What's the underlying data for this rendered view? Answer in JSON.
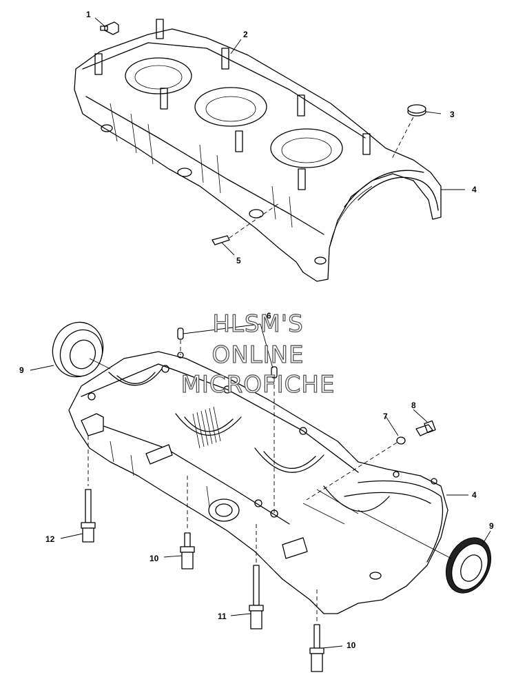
{
  "watermark": {
    "line1": "HLSM'S",
    "line2": "ONLINE",
    "line3": "MICROFICHE"
  },
  "callouts": {
    "c1": "1",
    "c2": "2",
    "c3": "3",
    "c4_upper": "4",
    "c5": "5",
    "c6": "6",
    "c7": "7",
    "c8": "8",
    "c9_left": "9",
    "c4_lower": "4",
    "c9_right": "9",
    "c12": "12",
    "c10_left": "10",
    "c11": "11",
    "c10_bottom": "10"
  },
  "colors": {
    "line": "#000000",
    "background": "#ffffff",
    "watermark_outline": "#555555"
  }
}
